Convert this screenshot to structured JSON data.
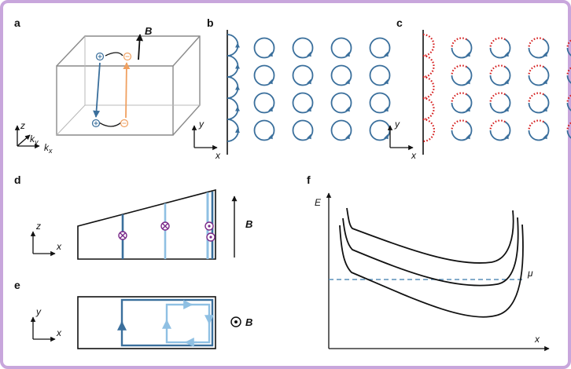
{
  "panels": {
    "a": {
      "label": "a",
      "field": "B",
      "axes": {
        "z": "z",
        "ky": "k",
        "ky_sub": "y",
        "kx": "k",
        "kx_sub": "x"
      }
    },
    "b": {
      "label": "b",
      "axes": {
        "y": "y",
        "x": "x"
      }
    },
    "c": {
      "label": "c",
      "axes": {
        "y": "y",
        "x": "x"
      }
    },
    "d": {
      "label": "d",
      "field": "B",
      "axes": {
        "z": "z",
        "x": "x"
      }
    },
    "e": {
      "label": "e",
      "field": "B",
      "axes": {
        "y": "y",
        "x": "x"
      }
    },
    "f": {
      "label": "f",
      "ylabel": "E",
      "xlabel": "x",
      "mu": "μ"
    }
  },
  "colors": {
    "frame": "#c8a6dc",
    "orbit": "#3a6f9c",
    "orbit_light": "#8fc0e3",
    "dotted": "#d62020",
    "orange": "#f0a060",
    "marker": "#7a2a8a",
    "mu_line": "#5a8fb8"
  }
}
